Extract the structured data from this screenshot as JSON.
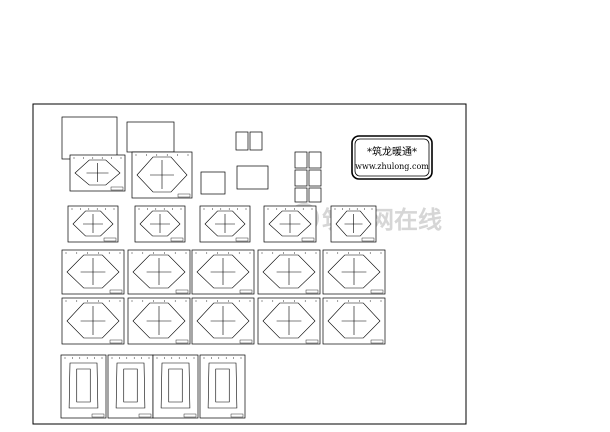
{
  "stamp": {
    "title": "*筑龙暖通*",
    "url": "www.zhulong.com"
  },
  "watermark": {
    "text": "筑龙网在线"
  },
  "colors": {
    "line": "#000000",
    "background": "#ffffff",
    "watermark": "#d2d2d2"
  },
  "icons": {
    "watermark_logo": "zhulong-logo-icon"
  }
}
